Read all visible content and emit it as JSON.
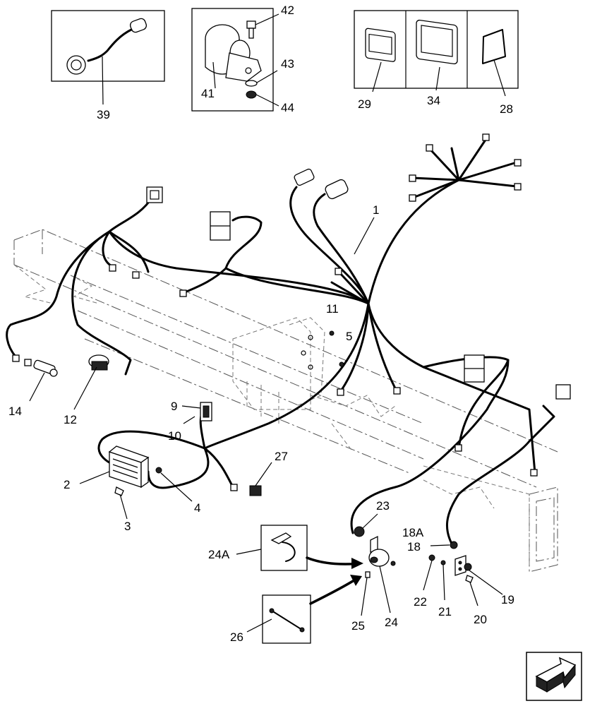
{
  "callouts": {
    "c1": "1",
    "c2": "2",
    "c3": "3",
    "c4": "4",
    "c5": "5",
    "c9": "9",
    "c10": "10",
    "c11": "11",
    "c12": "12",
    "c14": "14",
    "c18": "18",
    "c18A": "18A",
    "c19": "19",
    "c20": "20",
    "c21": "21",
    "c22": "22",
    "c23": "23",
    "c24": "24",
    "c24A": "24A",
    "c25": "25",
    "c26": "26",
    "c27": "27",
    "c28": "28",
    "c29": "29",
    "c34": "34",
    "c39": "39",
    "c41": "41",
    "c42": "42",
    "c43": "43",
    "c44": "44"
  },
  "icons": {
    "nav": "next-page-arrow-icon"
  }
}
